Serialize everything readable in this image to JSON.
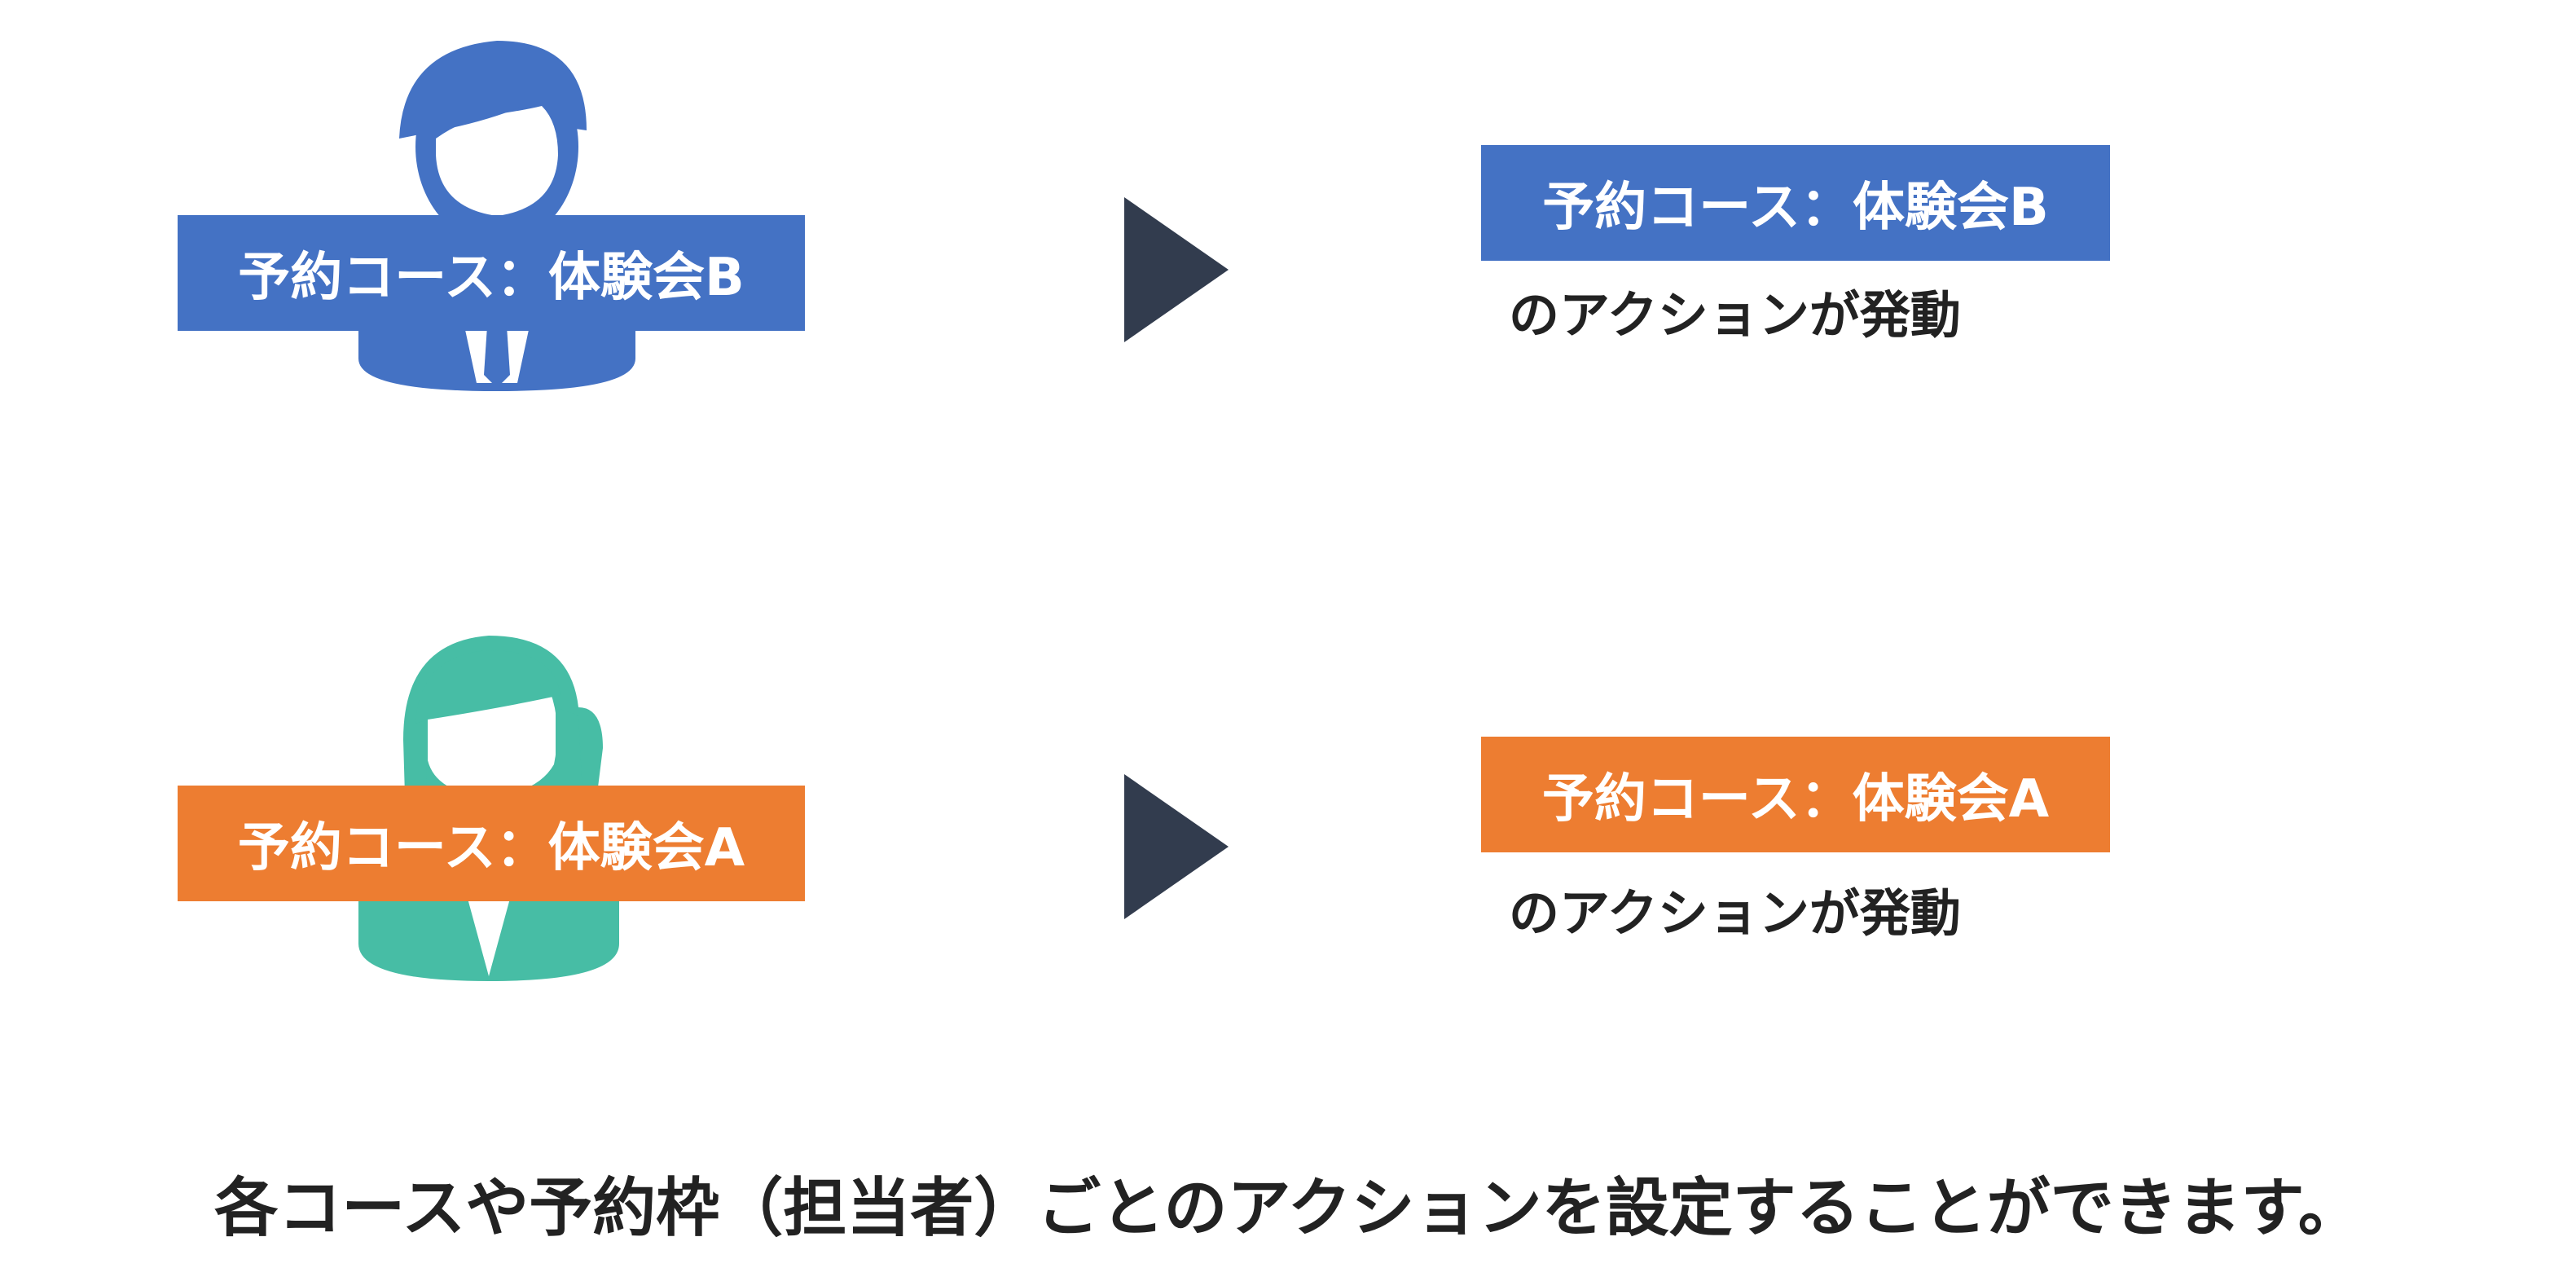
{
  "rows": [
    {
      "person": {
        "icon": "male-person-icon",
        "color": "#4472c4"
      },
      "person_label": "予約コース：体験会B",
      "action_label": "予約コース：体験会B",
      "action_text": "のアクションが発動",
      "label_color": "#4472c4"
    },
    {
      "person": {
        "icon": "female-person-icon",
        "color": "#47bda5"
      },
      "person_label": "予約コース：体験会A",
      "action_label": "予約コース：体験会A",
      "action_text": "のアクションが発動",
      "label_color": "#ed7d31"
    }
  ],
  "arrow_color": "#323c4e",
  "caption": "各コースや予約枠（担当者）ごとのアクションを設定することができます。"
}
